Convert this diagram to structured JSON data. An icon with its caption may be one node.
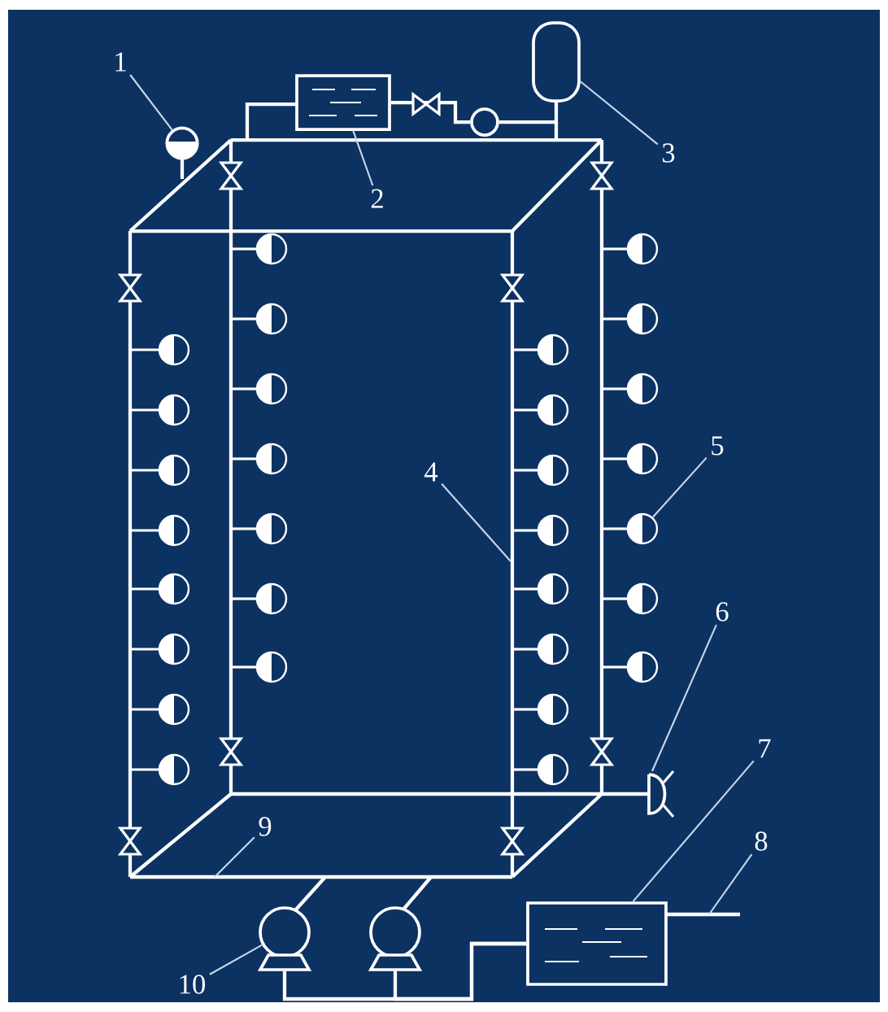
{
  "diagram": {
    "nodes": [
      {
        "text": [
          "1"
        ]
      },
      {
        "text": [
          "2"
        ]
      },
      {
        "text": [
          "3"
        ]
      },
      {
        "text": [
          "4"
        ]
      },
      {
        "text": [
          "5"
        ]
      },
      {
        "text": [
          "6"
        ]
      },
      {
        "text": [
          "7"
        ]
      },
      {
        "text": [
          "8"
        ]
      },
      {
        "text": [
          "9"
        ]
      },
      {
        "text": [
          "10"
        ]
      },
      {
        "text": [],
        "shape": "circle"
      },
      {
        "text": [],
        "shape": "box"
      },
      {
        "text": [],
        "shape": "cylinder"
      },
      {
        "text": [],
        "shape": "circle"
      },
      {
        "text": [],
        "shape": "circle"
      },
      {
        "text": [],
        "shape": "box"
      },
      {
        "text": [],
        "shape": "circle"
      },
      {
        "text": [],
        "shape": "circle"
      },
      {
        "text": [],
        "shape": "circle"
      },
      {
        "text": [],
        "shape": "circle"
      },
      {
        "text": [],
        "shape": "circle"
      },
      {
        "text": [],
        "shape": "circle"
      },
      {
        "text": [],
        "shape": "circle"
      },
      {
        "text": [],
        "shape": "circle"
      },
      {
        "text": [],
        "shape": "circle"
      },
      {
        "text": [],
        "shape": "circle"
      },
      {
        "text": [],
        "shape": "circle"
      },
      {
        "text": [],
        "shape": "circle"
      },
      {
        "text": [],
        "shape": "circle"
      },
      {
        "text": [],
        "shape": "circle"
      },
      {
        "text": [],
        "shape": "circle"
      },
      {
        "text": [],
        "shape": "circle"
      },
      {
        "text": [],
        "shape": "circle"
      },
      {
        "text": [],
        "shape": "circle"
      },
      {
        "text": [],
        "shape": "circle"
      },
      {
        "text": [],
        "shape": "circle"
      },
      {
        "text": [],
        "shape": "circle"
      },
      {
        "text": [],
        "shape": "circle"
      },
      {
        "text": [],
        "shape": "circle"
      },
      {
        "text": [],
        "shape": "circle"
      },
      {
        "text": [],
        "shape": "circle"
      },
      {
        "text": [],
        "shape": "circle"
      },
      {
        "text": [],
        "shape": "circle"
      },
      {
        "text": [],
        "shape": "circle"
      },
      {
        "text": [],
        "shape": "circle"
      },
      {
        "text": [],
        "shape": "circle"
      },
      {
        "text": [],
        "shape": "circle"
      }
    ],
    "edges": [
      {
        "from": 0,
        "to": 10,
        "arrow": "none"
      },
      {
        "from": 1,
        "to": 11,
        "arrow": "none"
      },
      {
        "from": 2,
        "to": 12,
        "arrow": "none"
      },
      {
        "from": 3,
        "to": null,
        "arrow": "none"
      },
      {
        "from": 4,
        "to": 13,
        "arrow": "none"
      },
      {
        "from": 5,
        "to": null,
        "arrow": "none"
      },
      {
        "from": 6,
        "to": 15,
        "arrow": "none"
      },
      {
        "from": 7,
        "to": null,
        "arrow": "none"
      },
      {
        "from": 8,
        "to": null,
        "arrow": "none"
      },
      {
        "from": 9,
        "to": 14,
        "arrow": "none"
      },
      {
        "from": 11,
        "to": 16,
        "arrow": "none"
      },
      {
        "from": 16,
        "to": 12,
        "arrow": "none"
      },
      {
        "from": 14,
        "to": 15,
        "arrow": "none"
      },
      {
        "from": 17,
        "to": 15,
        "arrow": "none"
      }
    ]
  }
}
